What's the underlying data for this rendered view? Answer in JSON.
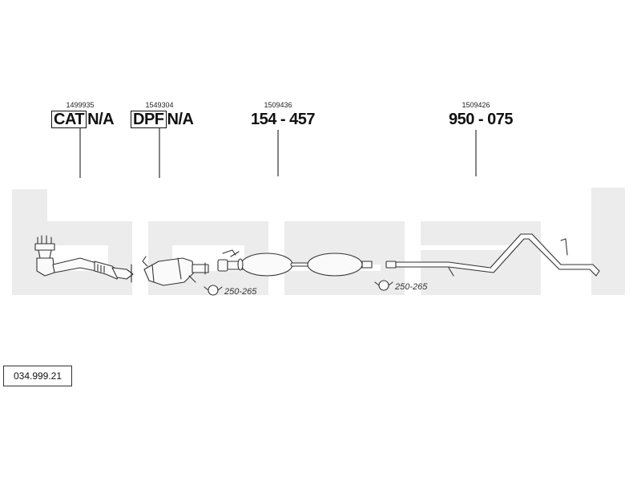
{
  "parts": [
    {
      "part_number": "1499935",
      "code_prefix": "CAT",
      "code_suffix": "N/A"
    },
    {
      "part_number": "1549304",
      "code_prefix": "DPF",
      "code_suffix": "N/A"
    },
    {
      "part_number": "1509436",
      "code": "154 - 457"
    },
    {
      "part_number": "1509426",
      "code": "950 - 075"
    }
  ],
  "clamps": [
    {
      "label": "250-265"
    },
    {
      "label": "250-265"
    }
  ],
  "reference_number": "034.999.21",
  "colors": {
    "watermark": "#e9e9e9",
    "lines": "#333333"
  },
  "watermark_text": "bosal"
}
